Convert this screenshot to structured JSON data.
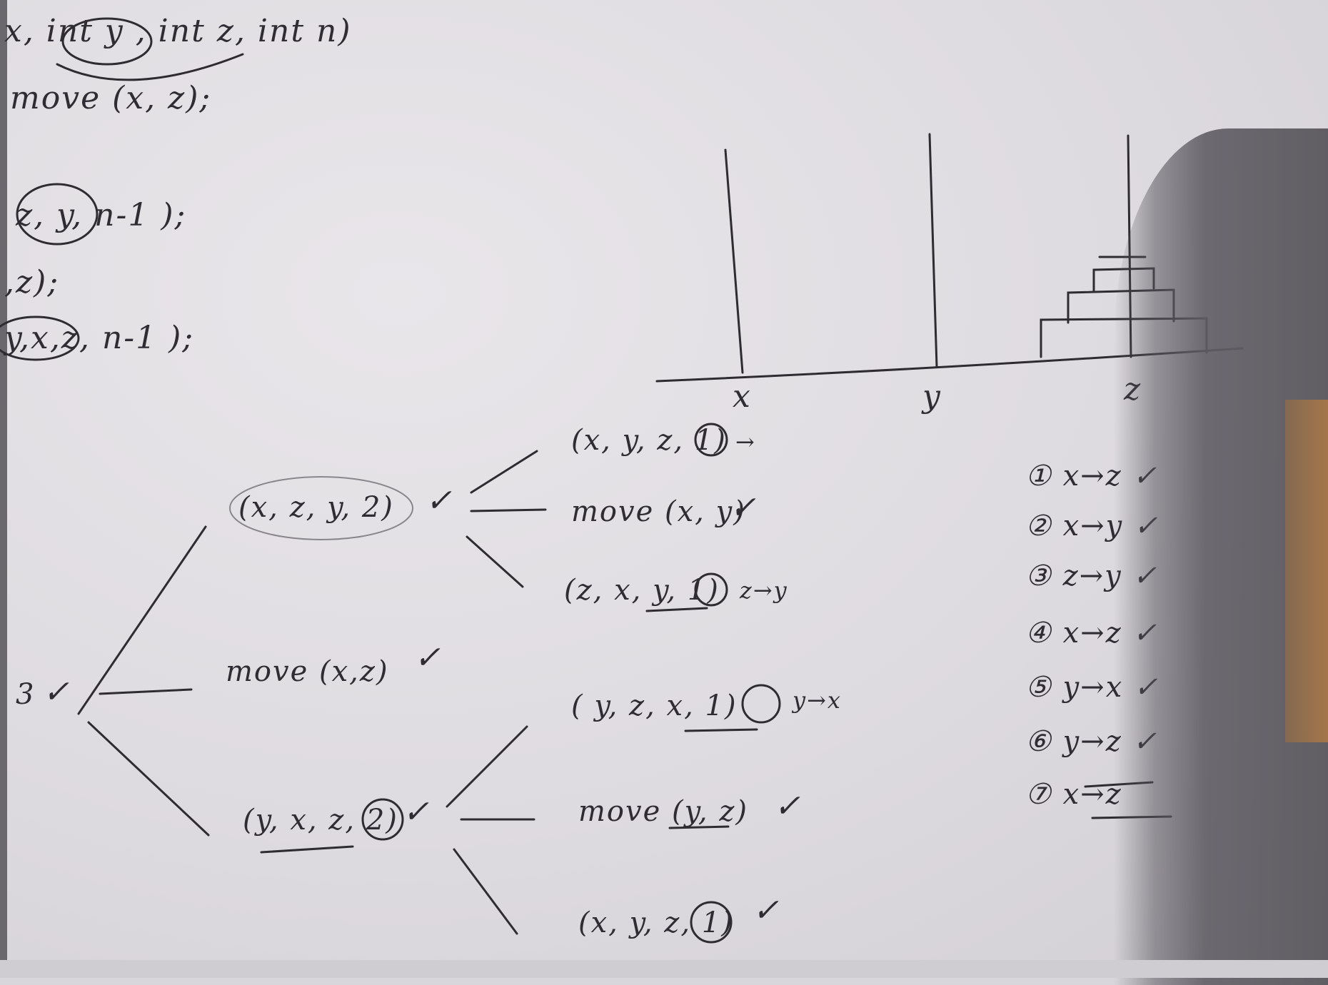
{
  "code": {
    "line1": "x,  int y ,  int  z,   int  n)",
    "line2": "move (x, z);",
    "line3": "z, y,  n-1 );",
    "line4": ",z);",
    "line5": "y,x,z,  n-1 );"
  },
  "pegs": {
    "labels": [
      "x",
      "y",
      "z"
    ],
    "disks": 3
  },
  "tree": {
    "root": "3",
    "node_top": "(x, z, y, 2)",
    "node_mid": "move (x,z)",
    "node_bottom": "(y, x, z, 2)",
    "leaves_top": [
      "(x, y, z, 1)",
      "move (x, y)",
      "(z, x, y, 1)"
    ],
    "leaves_top_notes": [
      "→",
      "",
      "z→y"
    ],
    "leaves_bottom": [
      "( y, z, x, 1)",
      "move  (y, z)",
      "(x, y, z, 1)"
    ],
    "leaves_bottom_notes": [
      "y→x",
      "",
      ""
    ]
  },
  "steps": [
    {
      "num": "①",
      "move": "x→z"
    },
    {
      "num": "②",
      "move": "x→y"
    },
    {
      "num": "③",
      "move": "z→y"
    },
    {
      "num": "④",
      "move": "x→z"
    },
    {
      "num": "⑤",
      "move": "y→x"
    },
    {
      "num": "⑥",
      "move": "y→z"
    },
    {
      "num": "⑦",
      "move": "x→z"
    }
  ],
  "check": "✓"
}
